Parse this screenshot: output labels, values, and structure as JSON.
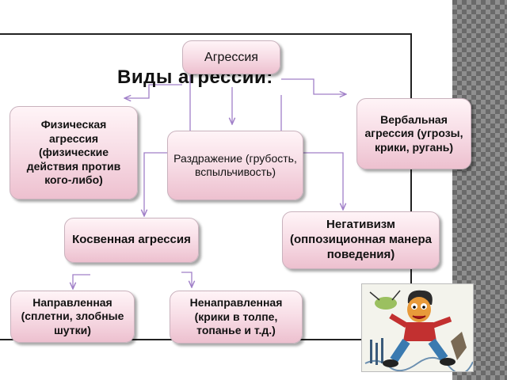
{
  "title": "Виды агрессии:",
  "nodes": {
    "root": "Агрессия",
    "physical": "Физическая агрессия (физические действия против кого-либо)",
    "irritation": "Раздражение (грубость, вспыльчивость)",
    "verbal": "Вербальная агрессия (угрозы, крики, ругань)",
    "indirect": "Косвенная агрессия",
    "negativism": "Негативизм (оппозиционная манера поведения)",
    "directed": "Направленная (сплетни, злобные шутки)",
    "undirected": "Ненаправленная (крики в толпе, топанье и т.д.)"
  },
  "colors": {
    "box_top": "#fff4f7",
    "box_bottom": "#edc0cf",
    "connector": "#a07fc8"
  },
  "image": {
    "icon": "angry-cartoon-boy-icon"
  }
}
